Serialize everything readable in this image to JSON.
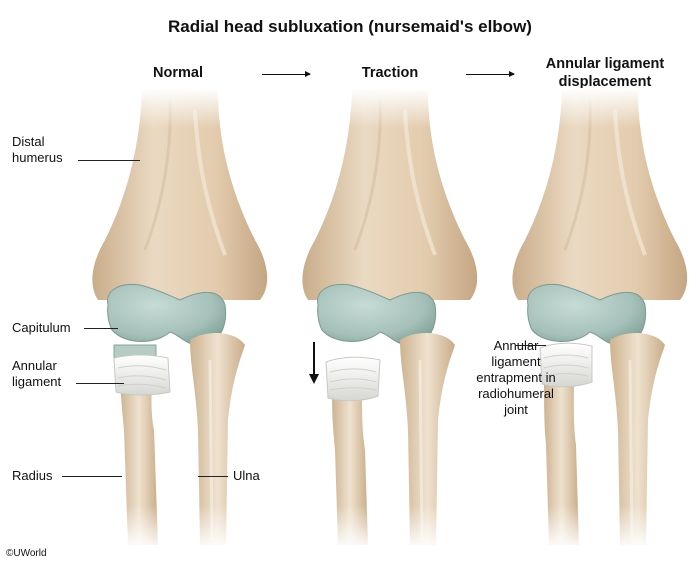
{
  "title": "Radial head subluxation (nursemaid's elbow)",
  "stages": [
    {
      "label": "Normal"
    },
    {
      "label": "Traction"
    },
    {
      "label": "Annular ligament displacement",
      "line1": "Annular ligament",
      "line2": "displacement"
    }
  ],
  "labels": {
    "distal_humerus": [
      "Distal",
      "humerus"
    ],
    "capitulum": "Capitulum",
    "annular_ligament": [
      "Annular",
      "ligament"
    ],
    "radius": "Radius",
    "ulna": "Ulna",
    "entrapment": [
      "Annular",
      "ligament",
      "entrapment in",
      "radiohumeral",
      "joint"
    ]
  },
  "copyright": "©UWorld",
  "colors": {
    "bone": "#e6d3ba",
    "bone_shade": "#cdb392",
    "cartilage": "#a9c4bd",
    "ligament": "#f4f4f2"
  }
}
